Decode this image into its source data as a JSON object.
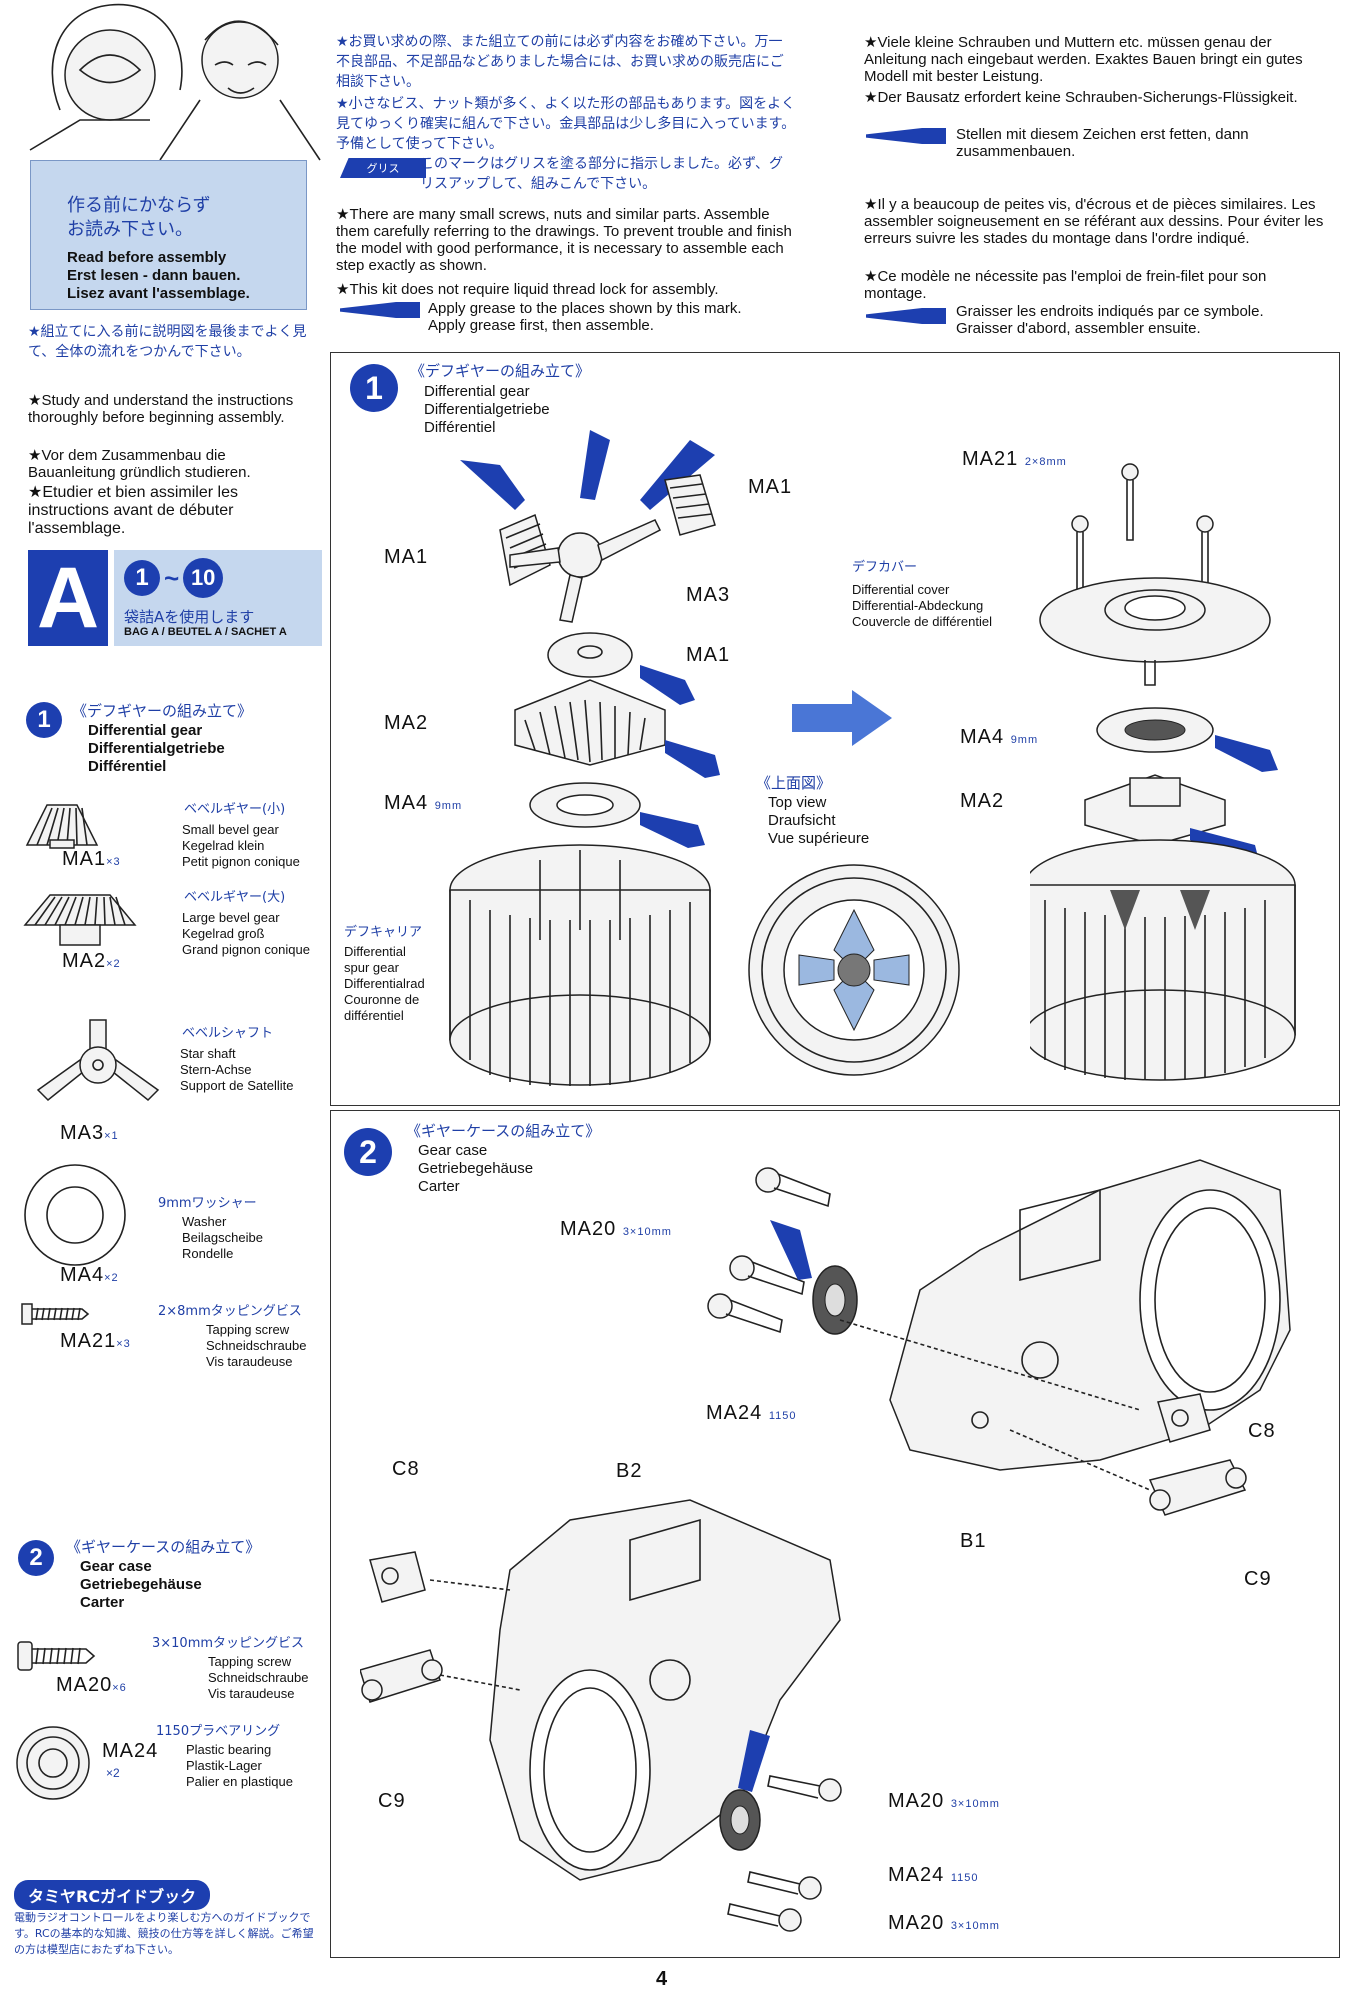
{
  "intro": {
    "badge_jp_1": "作る前にかならず",
    "badge_jp_2": "お読み下さい。",
    "badge_en": "Read before assembly",
    "badge_de": "Erst lesen - dann bauen.",
    "badge_fr": "Lisez avant l'assemblage.",
    "jp_note": "★組立てに入る前に説明図を最後までよく見て、全体の流れをつかんで下さい。",
    "en_note": "★Study and understand the instructions thoroughly before beginning assembly.",
    "de_note": "★Vor dem Zusammenbau die Bauanleitung gründlich studieren.",
    "fr_note": "★Etudier et bien assimiler les instructions avant de débuter l'assemblage."
  },
  "top_jp": {
    "p1": "★お買い求めの際、また組立ての前には必ず内容をお確め下さい。万一不良部品、不足部品などありました場合には、お買い求めの販売店にご相談下さい。",
    "p2": "★小さなビス、ナット類が多く、よく以た形の部品もあります。図をよく見てゆっくり確実に組んで下さい。金具部品は少し多目に入っています。予備として使って下さい。",
    "grease_tag": "グリス",
    "grease_jp": "このマークはグリスを塗る部分に指示しました。必ず、グリスアップして、組みこんで下さい。"
  },
  "top_en": {
    "p1": "★There are many small screws, nuts and similar parts. Assemble them carefully referring to the drawings. To prevent trouble and finish the model with good performance, it is necessary to assemble each step exactly as shown.",
    "p2": "★This kit does not require liquid thread lock for assembly.",
    "grease_1": "Apply grease to the places shown by this mark.",
    "grease_2": "Apply grease first, then assemble."
  },
  "top_de": {
    "p1": "★Viele kleine Schrauben und Muttern etc. müssen genau der Anleitung nach eingebaut werden. Exaktes Bauen bringt ein gutes Modell mit bester Leistung.",
    "p2": "★Der Bausatz erfordert keine Schrauben-Sicherungs-Flüssigkeit.",
    "grease": "Stellen mit diesem Zeichen erst fetten, dann zusammenbauen."
  },
  "top_fr": {
    "p1": "★Il y a beaucoup de peites vis, d'écrous et de pièces similaires. Les assembler soigneusement en se référant aux dessins. Pour éviter les erreurs suivre les stades du montage dans l'ordre indiqué.",
    "p2": "★Ce modèle ne nécessite pas l'emploi de frein-filet pour son montage.",
    "grease": "Graisser les endroits indiqués par ce symbole. Graisser d'abord, assembler ensuite."
  },
  "bag": {
    "letter": "A",
    "range_start": "1",
    "range_sep": "~",
    "range_end": "10",
    "jp": "袋詰Aを使用します",
    "label": "BAG A / BEUTEL A / SACHET A"
  },
  "side_step1": {
    "num": "1",
    "jp": "《デフギヤーの組み立て》",
    "en": "Differential gear",
    "de": "Differentialgetriebe",
    "fr": "Différentiel",
    "parts": [
      {
        "code": "MA1",
        "qty": "×3",
        "jp": "ベベルギヤー(小)",
        "en": "Small bevel gear",
        "de": "Kegelrad klein",
        "fr": "Petit pignon conique"
      },
      {
        "code": "MA2",
        "qty": "×2",
        "jp": "ベベルギヤー(大)",
        "en": "Large bevel gear",
        "de": "Kegelrad groß",
        "fr": "Grand pignon conique"
      },
      {
        "code": "MA3",
        "qty": "×1",
        "jp": "ベベルシャフト",
        "en": "Star shaft",
        "de": "Stern-Achse",
        "fr": "Support de Satellite"
      },
      {
        "code": "MA4",
        "qty": "×2",
        "jp": "9mmワッシャー",
        "en": "Washer",
        "de": "Beilagscheibe",
        "fr": "Rondelle"
      },
      {
        "code": "MA21",
        "qty": "×3",
        "jp": "2×8mmタッピングビス",
        "en": "Tapping screw",
        "de": "Schneidschraube",
        "fr": "Vis taraudeuse"
      }
    ]
  },
  "side_step2": {
    "num": "2",
    "jp": "《ギヤーケースの組み立て》",
    "en": "Gear case",
    "de": "Getriebegehäuse",
    "fr": "Carter",
    "parts": [
      {
        "code": "MA20",
        "qty": "×6",
        "jp": "3×10mmタッピングビス",
        "en": "Tapping screw",
        "de": "Schneidschraube",
        "fr": "Vis taraudeuse"
      },
      {
        "code": "MA24",
        "qty": "×2",
        "jp": "1150プラベアリング",
        "en": "Plastic bearing",
        "de": "Plastik-Lager",
        "fr": "Palier en plastique"
      }
    ]
  },
  "guide": {
    "title": "タミヤRCガイドブック",
    "text": "電動ラジオコントロールをより楽しむ方へのガイドブックです。RCの基本的な知識、競技の仕方等を詳しく解説。ご希望の方は模型店におたずね下さい。"
  },
  "step1": {
    "num": "1",
    "jp": "《デフギヤーの組み立て》",
    "en": "Differential gear",
    "de": "Differentialgetriebe",
    "fr": "Différentiel",
    "labels": {
      "ma1_top": "MA1",
      "ma1_left": "MA1",
      "ma3": "MA3",
      "ma1_mid": "MA1",
      "ma2": "MA2",
      "ma4": "MA4",
      "ma4_unit": "9mm",
      "ma21": "MA21",
      "ma21_unit": "2×8mm",
      "ma4_r": "MA4",
      "ma4_r_unit": "9mm",
      "ma2_r": "MA2"
    },
    "carrier": {
      "jp": "デフキャリア",
      "en": "Differential",
      "en2": "spur gear",
      "de": "Differentialrad",
      "fr": "Couronne de",
      "fr2": "différentiel"
    },
    "cover": {
      "jp": "デフカバー",
      "en": "Differential cover",
      "de": "Differential-Abdeckung",
      "fr": "Couvercle de différentiel"
    },
    "top_view": {
      "jp": "《上面図》",
      "en": "Top view",
      "de": "Draufsicht",
      "fr": "Vue supérieure"
    }
  },
  "step2": {
    "num": "2",
    "jp": "《ギヤーケースの組み立て》",
    "en": "Gear case",
    "de": "Getriebegehäuse",
    "fr": "Carter",
    "labels": {
      "ma20_top": "MA20",
      "ma20_top_unit": "3×10mm",
      "ma24_top": "MA24",
      "ma24_top_unit": "1150",
      "c8_r": "C8",
      "b1": "B1",
      "c9_r": "C9",
      "c8_l": "C8",
      "b2": "B2",
      "c9_l": "C9",
      "ma20_b1": "MA20",
      "ma20_b1_unit": "3×10mm",
      "ma24_b": "MA24",
      "ma24_b_unit": "1150",
      "ma20_b2": "MA20",
      "ma20_b2_unit": "3×10mm"
    }
  },
  "page_number": "4"
}
